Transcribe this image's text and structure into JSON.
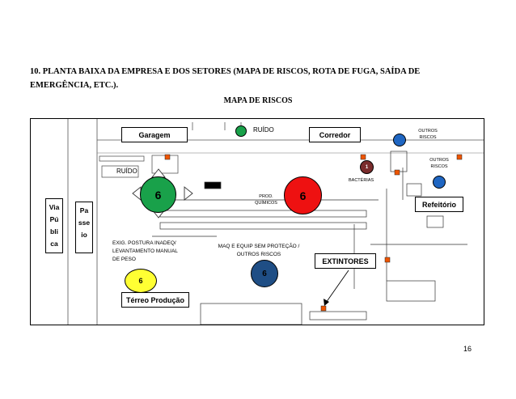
{
  "heading": {
    "line1": "10. PLANTA BAIXA DA EMPRESA E DOS SETORES (MAPA DE RISCOS, ROTA DE FUGA, SAÍDA DE",
    "line2": "EMERGÊNCIA, ETC.)."
  },
  "map_title": "MAPA DE RISCOS",
  "labels": {
    "garagem": "Garagem",
    "corredor": "Corredor",
    "refeitorio": "Refeitório",
    "terreo": "Térreo Produção",
    "extintores": "EXTINTORES",
    "ruido_top": "RUÍDO",
    "ruido_left": "RUÍDO",
    "outros_riscos_1": [
      "OUTROS",
      "RISCOS"
    ],
    "outros_riscos_2": [
      "OUTROS",
      "RISCOS"
    ],
    "bacterias": "BACTÉRIAS",
    "prod_quimicos": [
      "PROD.",
      "QUÍMICOS"
    ],
    "ergonomic": [
      "EXIG. POSTURA INADEQ/",
      "LEVANTAMENTO MANUAL",
      "DE PESO"
    ],
    "maq_equip": [
      "MAQ E EQUIP SEM PROTEÇÃO /",
      "OUTROS RISCOS"
    ],
    "via_publica": [
      "Via",
      "Pú",
      "bli",
      "ca"
    ],
    "passeio": [
      "Pa",
      "sse",
      "io"
    ]
  },
  "risk_circles": {
    "green_big": "6",
    "red_big": "6",
    "navy_big": "6",
    "yellow": "6",
    "bacteria": "1"
  },
  "colors": {
    "green": "#19a14a",
    "red": "#ee1111",
    "navy": "#1f4e85",
    "yellow": "#ffff33",
    "blue": "#1f66c2",
    "brown": "#7a2c2c",
    "extinguisher": "#ee5500"
  },
  "page_number": "16"
}
